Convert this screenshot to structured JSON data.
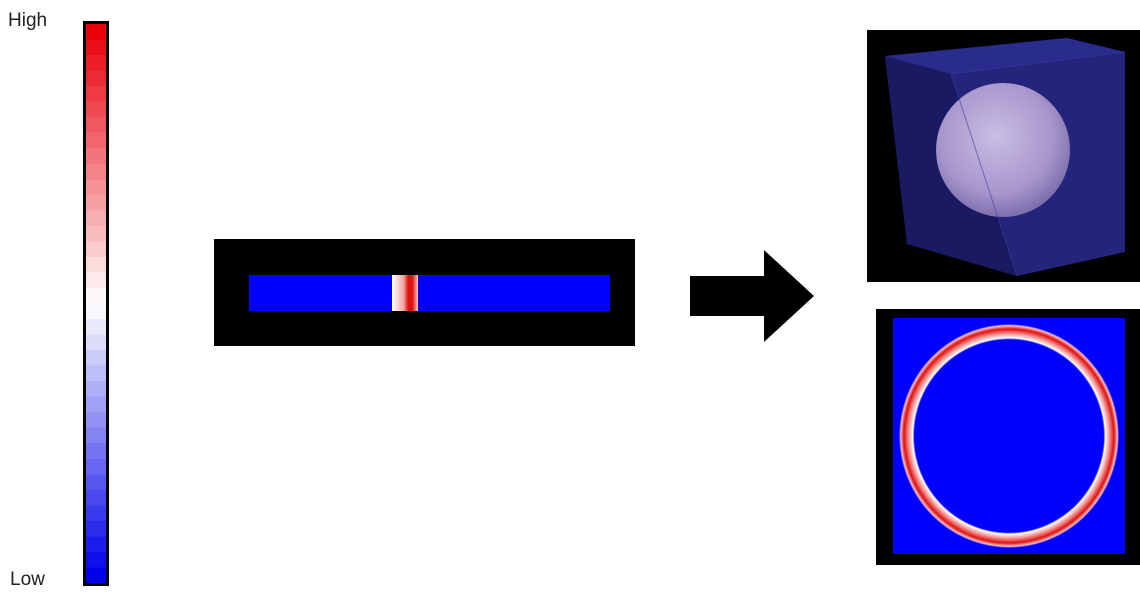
{
  "colorbar": {
    "high_label": "High",
    "low_label": "Low",
    "colors": {
      "high": "#e8000b",
      "mid": "#ffffff",
      "low": "#0000e8"
    },
    "steps": 36
  },
  "field_colors": {
    "background": "#0000ff",
    "frame": "#000000",
    "cube_tint": "#1e1e78",
    "sphere_tint": "#b6a8d8"
  },
  "arrow": {
    "icon": "right-arrow-icon",
    "color": "#000000"
  }
}
